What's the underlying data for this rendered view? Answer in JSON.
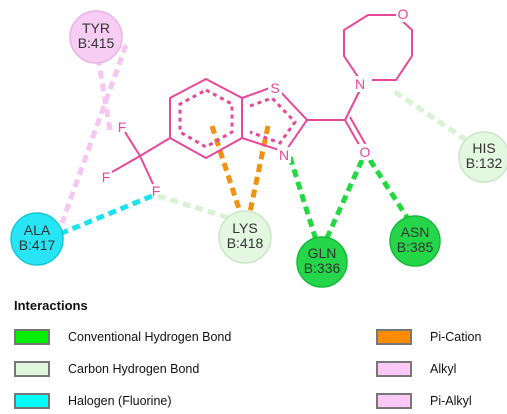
{
  "residues": {
    "tyr415": {
      "name": "TYR",
      "id": "B:415",
      "color": "#f7cdf3",
      "stroke": "#e8b3e6"
    },
    "his132": {
      "name": "HIS",
      "id": "B:132",
      "color": "#e3f7e1",
      "stroke": "#c9e7c6"
    },
    "ala417": {
      "name": "ALA",
      "id": "B:417",
      "color": "#28e5f5",
      "stroke": "#14c7d8"
    },
    "lys418": {
      "name": "LYS",
      "id": "B:418",
      "color": "#e3f7e1",
      "stroke": "#c9e7c6"
    },
    "gln336": {
      "name": "GLN",
      "id": "B:336",
      "color": "#26d64a",
      "stroke": "#16b93a"
    },
    "asn385": {
      "name": "ASN",
      "id": "B:385",
      "color": "#26d64a",
      "stroke": "#16b93a"
    }
  },
  "atoms": {
    "oxygen1": "O",
    "oxygen2": "O",
    "nitrogen1": "N",
    "nitrogen2": "N",
    "sulfur": "S",
    "fluorine": "F"
  },
  "colors": {
    "ligand": "#e8489a",
    "conventional_hbond": "#22d93f",
    "carbon_hbond": "#d8f2d3",
    "halogen": "#1be2ee",
    "pi_cation": "#f0920f",
    "alkyl": "#f5c6f1",
    "pi_alkyl": "#f5c6f1"
  },
  "legend": {
    "title": "Interactions",
    "items": [
      {
        "label": "Conventional Hydrogen Bond",
        "color": "#00ee00"
      },
      {
        "label": "Carbon Hydrogen Bond",
        "color": "#dff6dc"
      },
      {
        "label": "Halogen (Fluorine)",
        "color": "#00ffff"
      },
      {
        "label": "Pi-Cation",
        "color": "#ff8c00"
      },
      {
        "label": "Alkyl",
        "color": "#ffc8f6"
      },
      {
        "label": "Pi-Alkyl",
        "color": "#ffc8f6"
      }
    ]
  }
}
